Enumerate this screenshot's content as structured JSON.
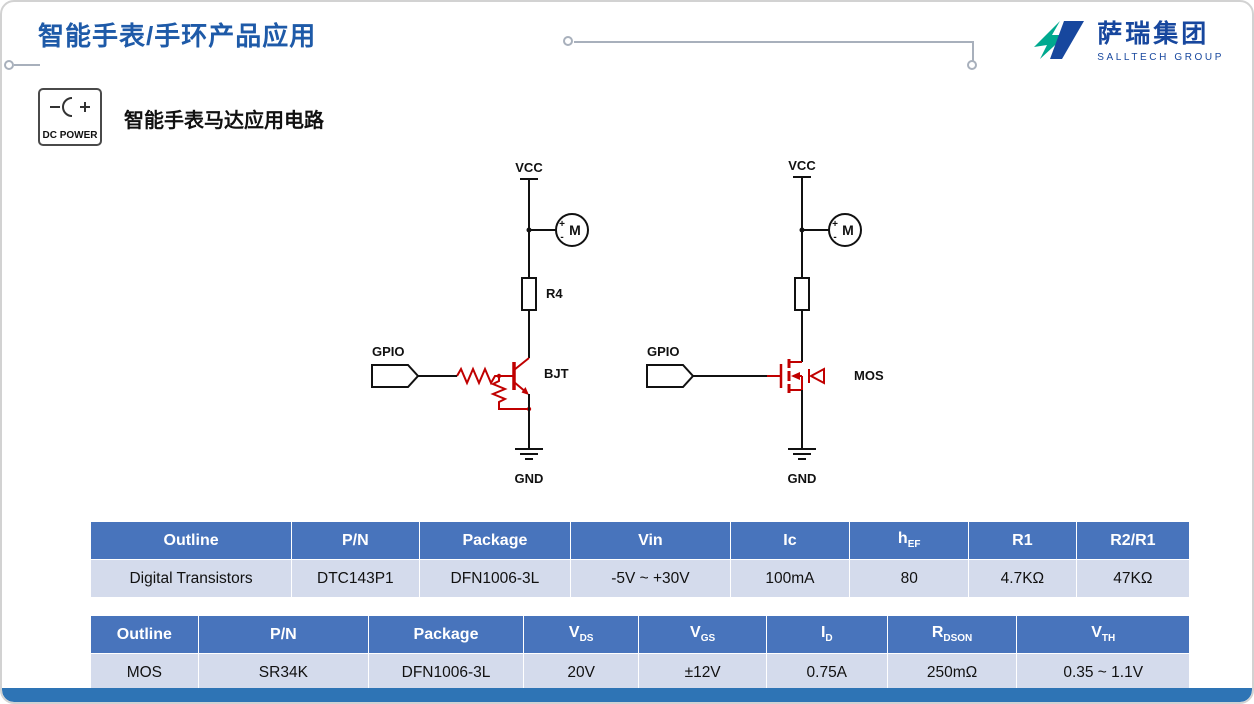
{
  "header": {
    "title": "智能手表/手环产品应用",
    "logo": {
      "name": "萨瑞集团",
      "subtitle": "SALLTECH GROUP"
    }
  },
  "section": {
    "icon_label": "DC POWER",
    "subtitle": "智能手表马达应用电路"
  },
  "circuits": {
    "bjt": {
      "vcc": "VCC",
      "gnd": "GND",
      "gpio": "GPIO",
      "r_label": "R4",
      "device": "BJT",
      "motor": "M",
      "plus": "+",
      "minus": "-"
    },
    "mos": {
      "vcc": "VCC",
      "gnd": "GND",
      "gpio": "GPIO",
      "device": "MOS",
      "motor": "M",
      "plus": "+",
      "minus": "-"
    }
  },
  "tables": [
    {
      "name": "bjt-spec-table",
      "headers": [
        {
          "t": "Outline"
        },
        {
          "t": "P/N"
        },
        {
          "t": "Package"
        },
        {
          "t": "Vin"
        },
        {
          "t": "Ic"
        },
        {
          "t": "h",
          "sub": "EF"
        },
        {
          "t": "R1"
        },
        {
          "t": "R2/R1"
        }
      ],
      "rows": [
        [
          "Digital Transistors",
          "DTC143P1",
          "DFN1006-3L",
          "-5V ~ +30V",
          "100mA",
          "80",
          "4.7KΩ",
          "47KΩ"
        ]
      ],
      "col_widths": [
        18.3,
        11.6,
        13.8,
        14.5,
        10.9,
        10.8,
        9.8,
        10.3
      ]
    },
    {
      "name": "mos-spec-table",
      "headers": [
        {
          "t": "Outline"
        },
        {
          "t": "P/N"
        },
        {
          "t": "Package"
        },
        {
          "t": "V",
          "sub": "DS"
        },
        {
          "t": "V",
          "sub": "GS"
        },
        {
          "t": "I",
          "sub": "D"
        },
        {
          "t": "R",
          "sub": "DSON"
        },
        {
          "t": "V",
          "sub": "TH"
        }
      ],
      "rows": [
        [
          "MOS",
          "SR34K",
          "DFN1006-3L",
          "20V",
          "±12V",
          "0.75A",
          "250mΩ",
          "0.35 ~ 1.1V"
        ]
      ],
      "col_widths": [
        9.8,
        15.5,
        14.1,
        10.5,
        11.6,
        11.0,
        11.8,
        15.7
      ]
    }
  ],
  "colors": {
    "accent_blue": "#1e5aa8",
    "logo_blue": "#17479e",
    "logo_teal": "#00a98f",
    "table_header": "#4874bc",
    "table_row": "#d4dbec",
    "circuit_red": "#c00000",
    "footer_bar": "#2e74b5"
  }
}
